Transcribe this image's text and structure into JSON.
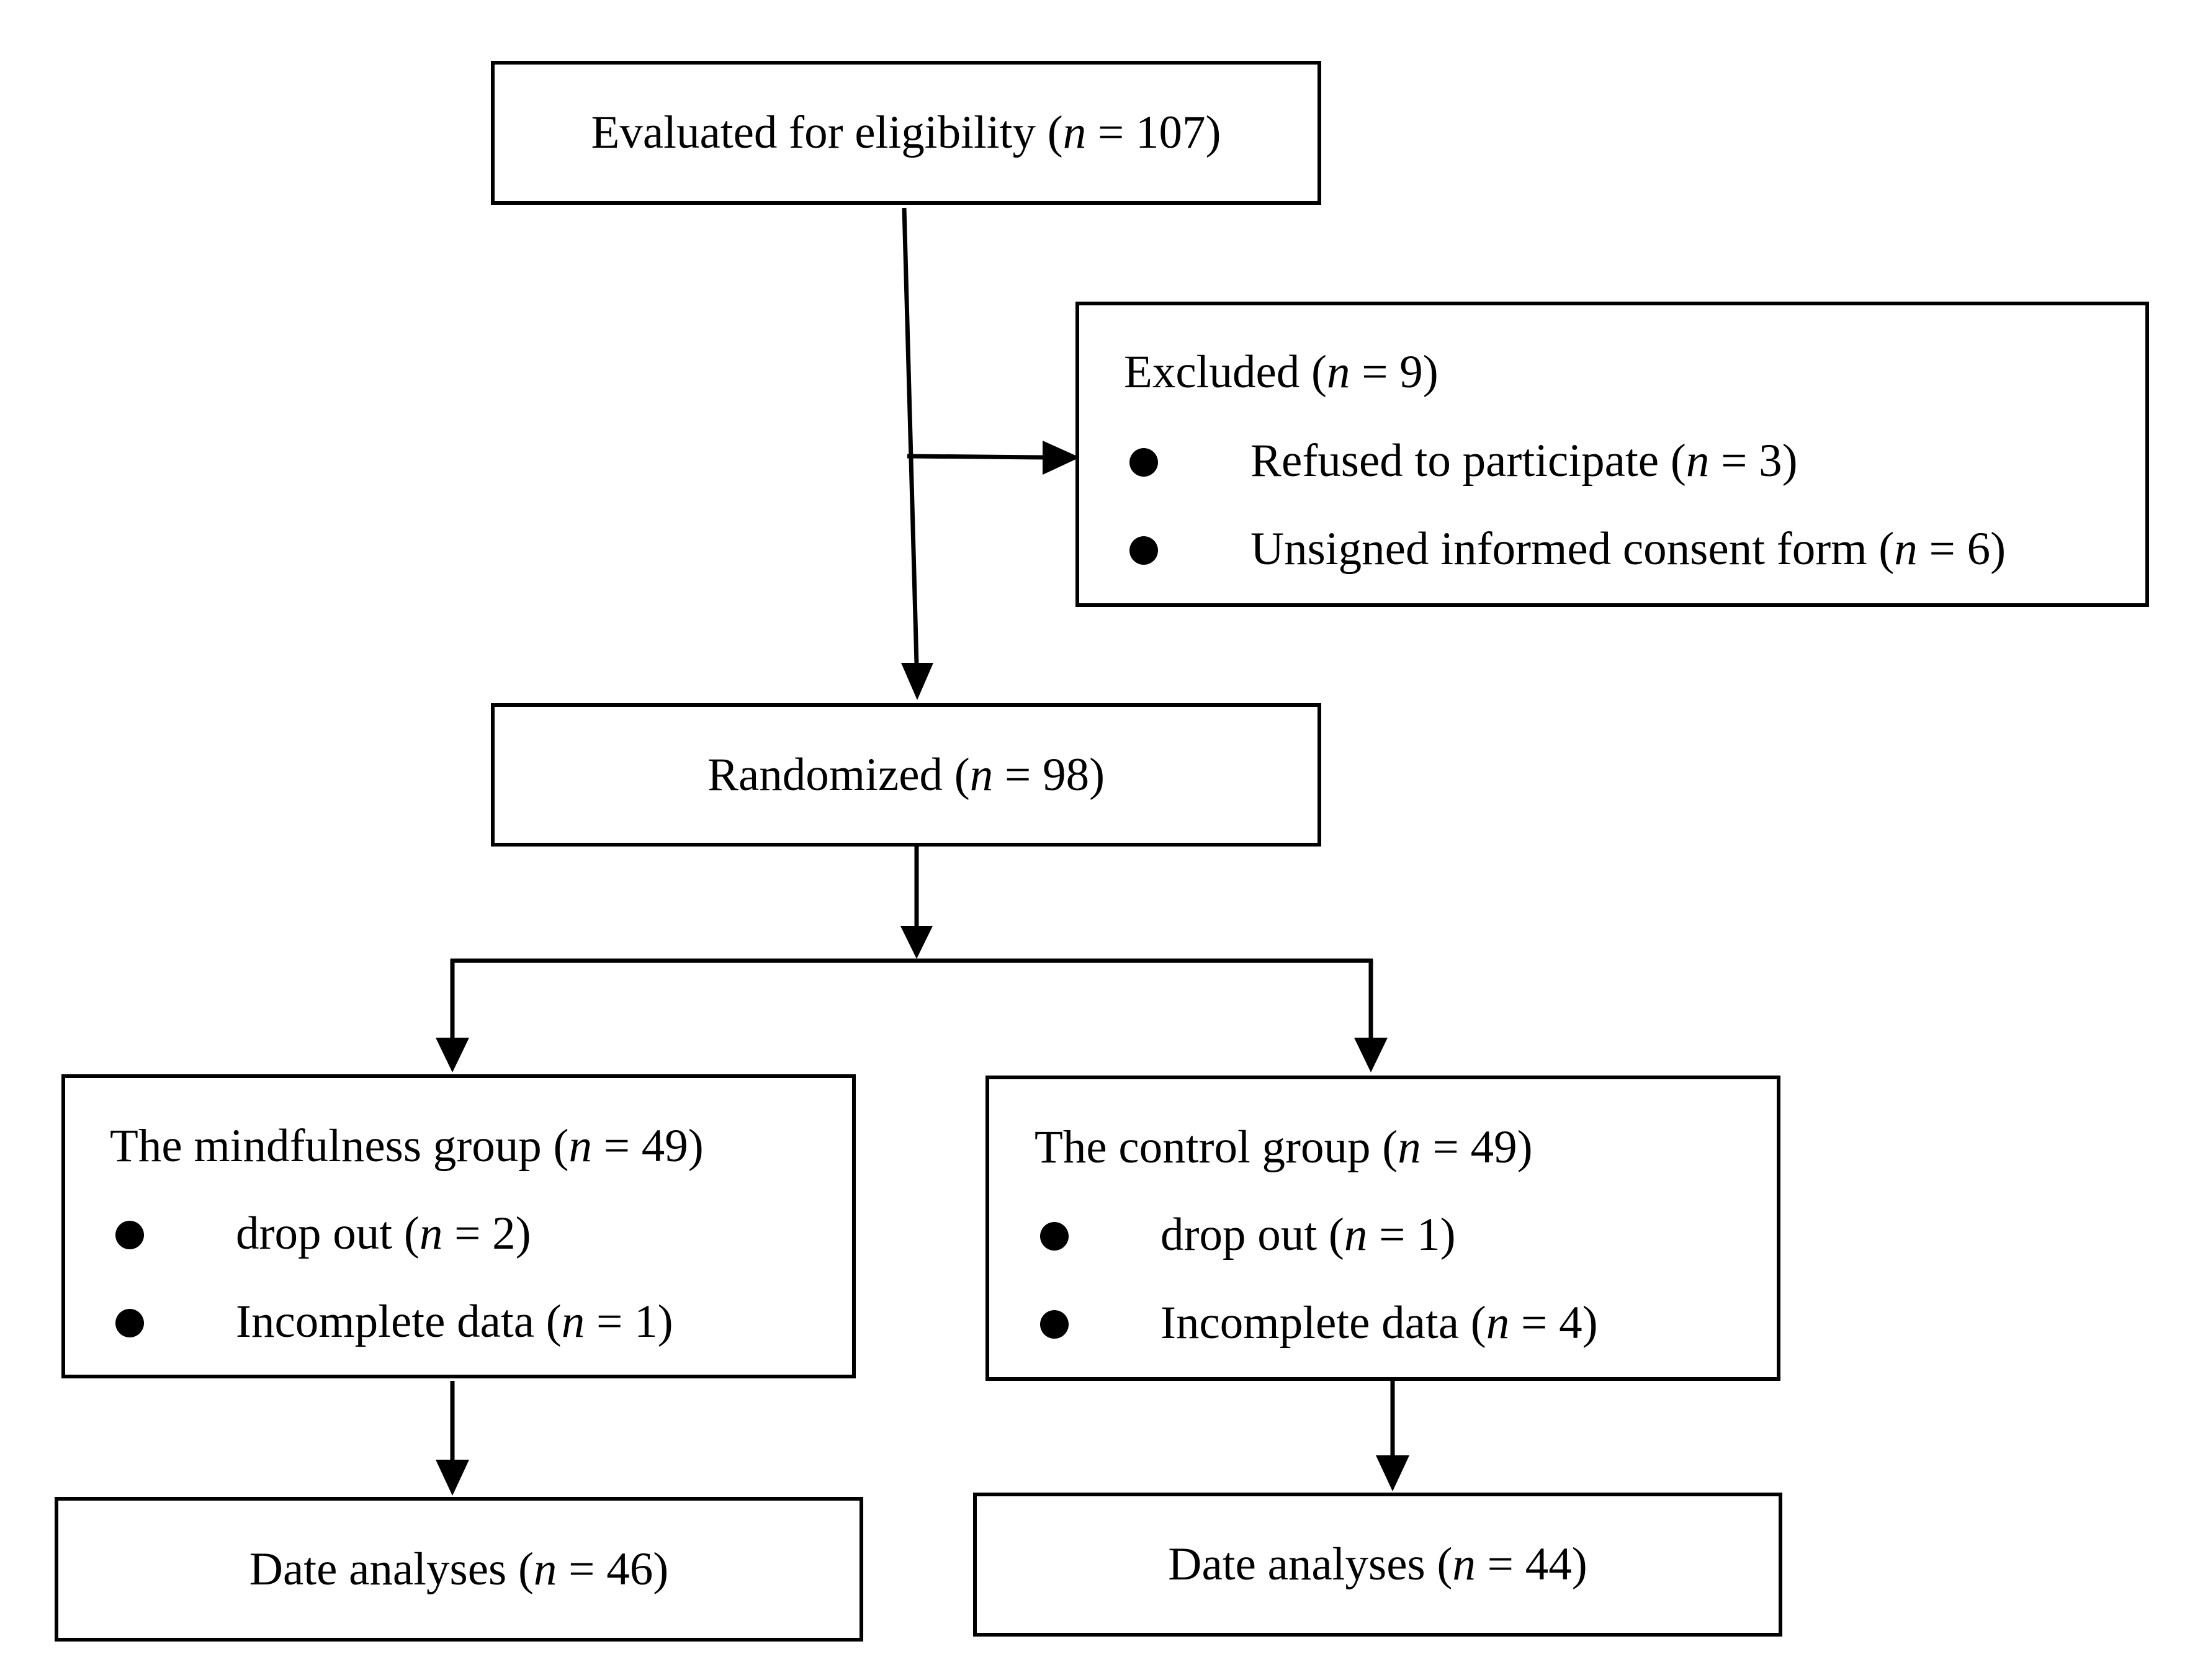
{
  "nodes": {
    "evaluated": {
      "label": "Evaluated for eligibility",
      "n_symbol": "n",
      "equals": " = ",
      "value": "107"
    },
    "excluded": {
      "label": "Excluded",
      "n_symbol": "n",
      "equals": " = ",
      "value": "9",
      "items": [
        {
          "label": "Refused to participate",
          "n_symbol": "n",
          "equals": " = ",
          "value": "3"
        },
        {
          "label": "Unsigned informed consent form",
          "n_symbol": "n",
          "equals": " = ",
          "value": "6"
        }
      ]
    },
    "randomized": {
      "label": "Randomized",
      "n_symbol": "n",
      "equals": " = ",
      "value": "98"
    },
    "mindfulness_group": {
      "label": "The mindfulness group",
      "n_symbol": "n",
      "equals": " = ",
      "value": "49",
      "items": [
        {
          "label": "drop out",
          "n_symbol": "n",
          "equals": " = ",
          "value": "2"
        },
        {
          "label": "Incomplete data",
          "n_symbol": "n",
          "equals": " = ",
          "value": "1"
        }
      ]
    },
    "control_group": {
      "label": "The control group",
      "n_symbol": "n",
      "equals": " = ",
      "value": "49",
      "items": [
        {
          "label": "drop out",
          "n_symbol": "n",
          "equals": " = ",
          "value": "1"
        },
        {
          "label": "Incomplete data",
          "n_symbol": "n",
          "equals": " = ",
          "value": "4"
        }
      ]
    },
    "mindfulness_analyses": {
      "label": "Date analyses",
      "n_symbol": "n",
      "equals": " = ",
      "value": "46"
    },
    "control_analyses": {
      "label": "Date analyses",
      "n_symbol": "n",
      "equals": " = ",
      "value": "44"
    }
  }
}
